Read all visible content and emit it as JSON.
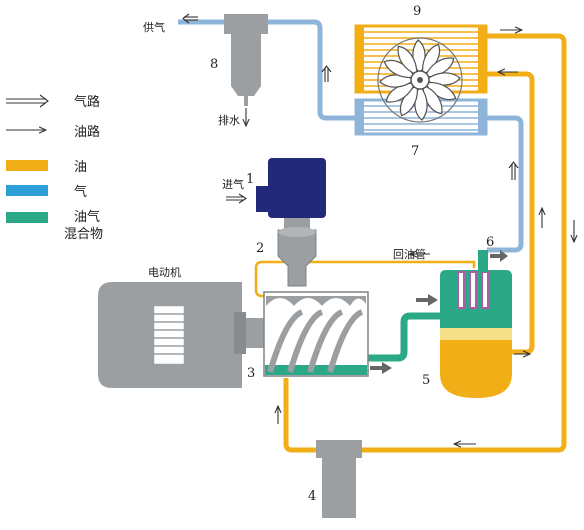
{
  "colors": {
    "oil": "#F2AE16",
    "air": "#8FB4DA",
    "oil_air_mixture": "#2BA886",
    "machine_gray": "#9B9FA2",
    "motor_blue": "#22287A"
  },
  "legend": [
    {
      "symbol": "double-arrow",
      "label": "气路"
    },
    {
      "symbol": "single-arrow",
      "label": "油路"
    },
    {
      "symbol": "swatch-oil",
      "label": "油"
    },
    {
      "symbol": "swatch-air",
      "label": "气"
    },
    {
      "symbol": "swatch-mixture",
      "label": "油气",
      "label2": "混合物"
    }
  ],
  "components": {
    "n1": "1",
    "n2": "2",
    "n3": "3",
    "n4": "4",
    "n5": "5",
    "n6": "6",
    "n7": "7",
    "n8": "8",
    "n9": "9"
  },
  "labels": {
    "supply_air": "供气",
    "drain": "排水",
    "intake": "进气",
    "return_oil_pipe": "回油管",
    "motor": "电动机"
  }
}
